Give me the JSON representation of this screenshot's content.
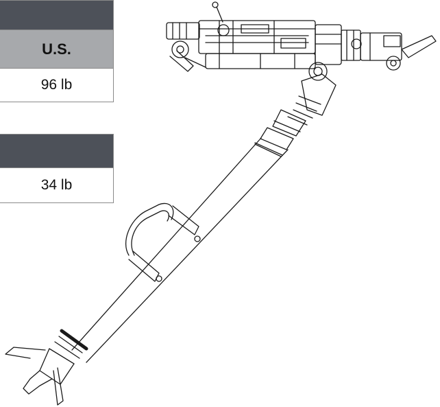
{
  "table_top": {
    "header": "",
    "column_label": "U.S.",
    "value": "96 lb"
  },
  "table_bottom": {
    "header": "",
    "value": "34 lb"
  }
}
